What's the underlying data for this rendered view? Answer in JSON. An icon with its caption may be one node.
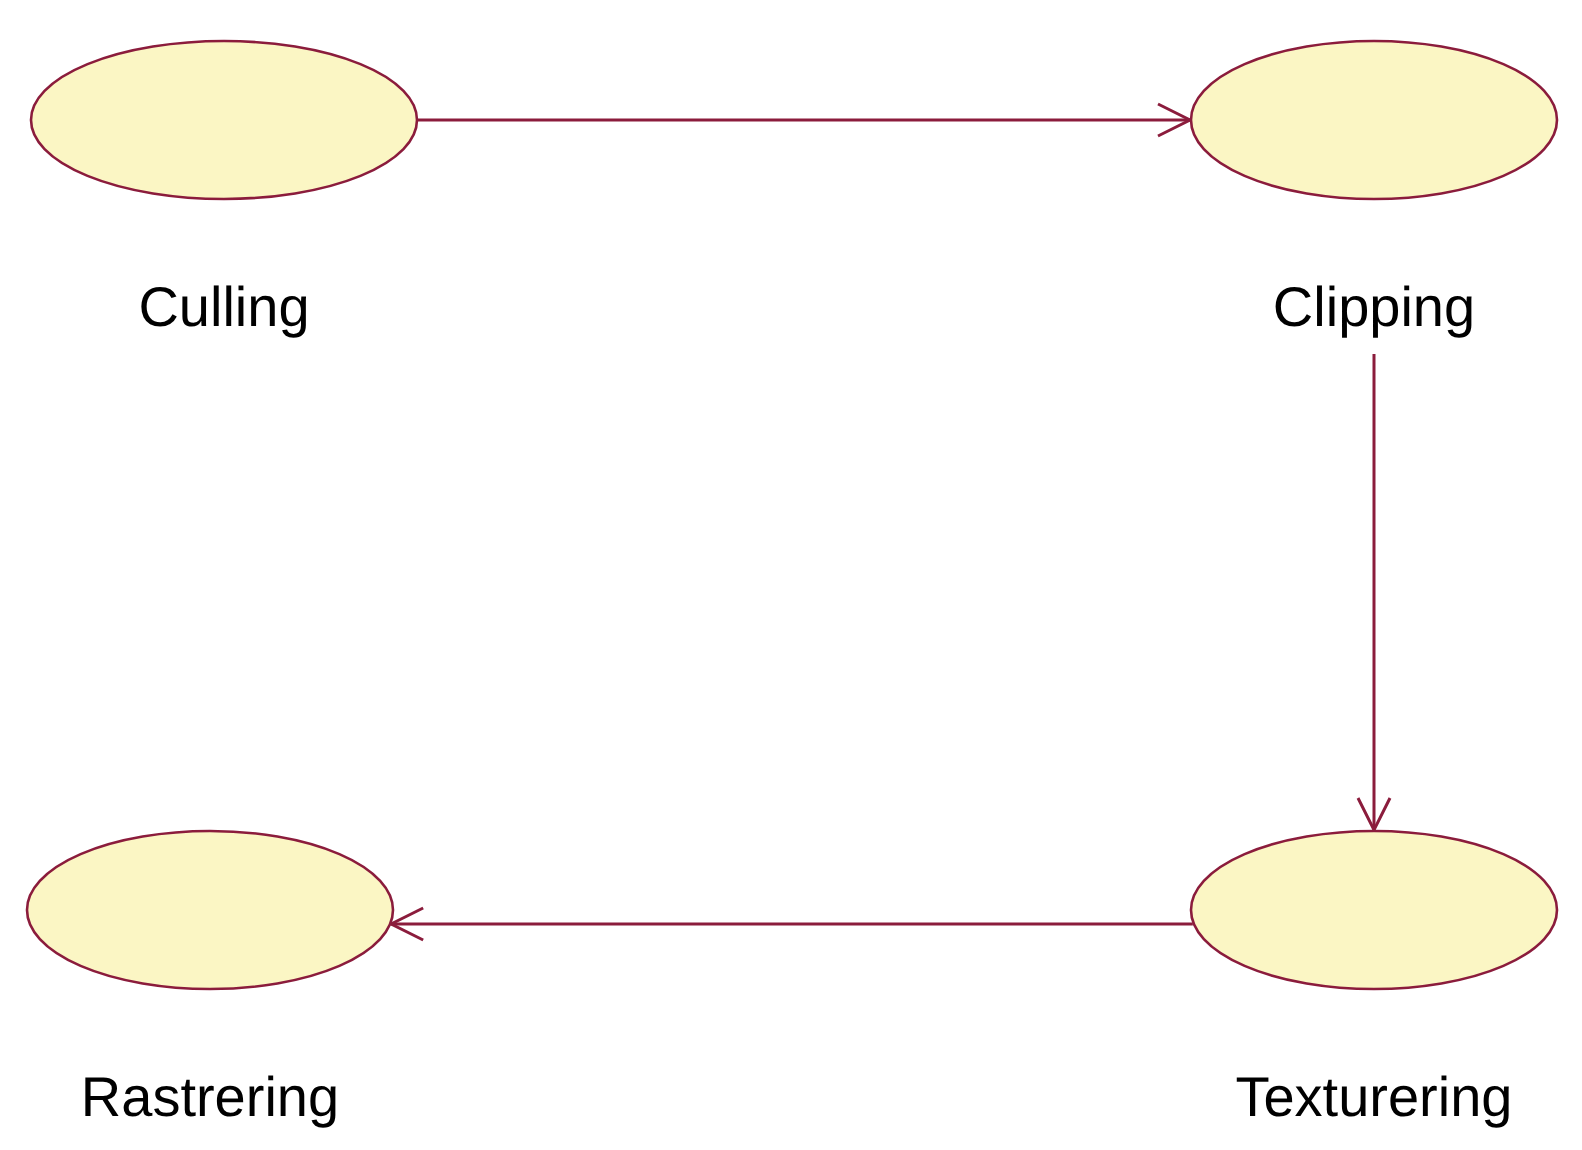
{
  "diagram": {
    "nodes": [
      {
        "text": [
          "Culling"
        ]
      },
      {
        "text": [
          "Clipping"
        ]
      },
      {
        "text": [
          "Rastrering"
        ]
      },
      {
        "text": [
          "Texturering"
        ]
      }
    ],
    "edges": [
      {
        "from": 0,
        "to": 1,
        "arrow": "to"
      },
      {
        "from": 1,
        "to": 3,
        "arrow": "to"
      },
      {
        "from": 3,
        "to": 2,
        "arrow": "to"
      }
    ]
  }
}
